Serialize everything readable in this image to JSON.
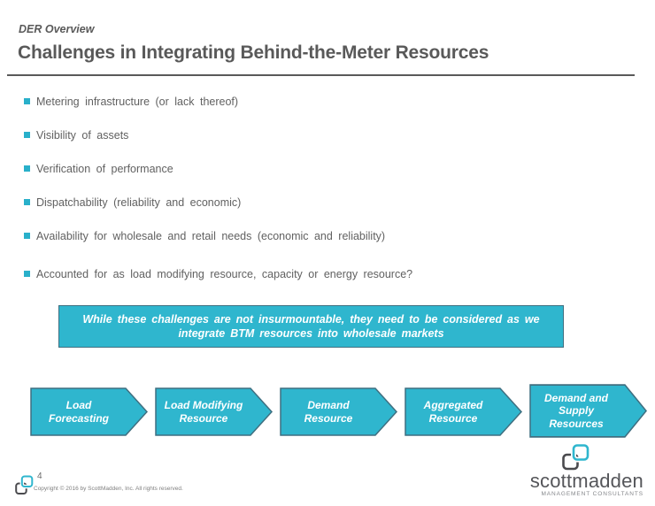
{
  "slide": {
    "eyebrow": "DER Overview",
    "title": "Challenges in Integrating Behind-the-Meter Resources"
  },
  "bullets": {
    "items": [
      "Metering infrastructure (or lack thereof)",
      "Visibility of assets",
      "Verification of performance",
      "Dispatchability (reliability and economic)",
      "Availability for wholesale and retail needs (economic and reliability)",
      "Accounted for as load modifying resource, capacity or energy resource?"
    ]
  },
  "callout": {
    "text": "While these challenges are not insurmountable, they need to be considered as we integrate BTM resources into wholesale markets"
  },
  "arrows": {
    "items": [
      "Load Forecasting",
      "Load Modifying Resource",
      "Demand Resource",
      "Aggregated Resource",
      "Demand and Supply Resources"
    ]
  },
  "footer": {
    "page_number": "4",
    "copyright": "Copyright © 2016 by ScottMadden, Inc. All rights reserved.",
    "logo_text": "scottmadden",
    "logo_tagline": "MANAGEMENT CONSULTANTS"
  },
  "icons": {
    "logo_mark": "scottmadden-overlapping-squares"
  },
  "colors": {
    "teal": "#2fb6ce",
    "teal_border": "#3f6f80",
    "bullet_teal": "#29b0ca",
    "text_gray": "#595959",
    "logo_gray": "#55565a",
    "muted_gray": "#7f7f7f"
  }
}
